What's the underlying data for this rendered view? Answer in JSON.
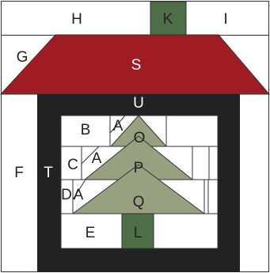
{
  "title": "",
  "colors": {
    "background": "#ffffff",
    "outline": "#333333",
    "roof": "#a01c23",
    "house_frame": "#222222",
    "tree": "#98a07f",
    "trunk_and_chimney": "#4e6e48",
    "window_cells": "#ffffff"
  },
  "labels": {
    "H": "H",
    "K": "K",
    "I": "I",
    "G": "G",
    "S": "S",
    "U": "U",
    "F": "F",
    "T": "T",
    "B": "B",
    "A_top": "A",
    "O": "O",
    "C": "C",
    "A_mid": "A",
    "P": "P",
    "D": "D",
    "A_low": "A",
    "Q": "Q",
    "E": "E",
    "L": "L"
  }
}
